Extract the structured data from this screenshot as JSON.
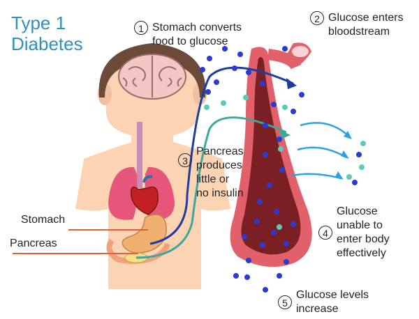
{
  "title": {
    "line1": "Type 1",
    "line2": "Diabetes"
  },
  "steps": [
    {
      "number": "1",
      "line1": "Stomach converts",
      "line2": "food to glucose",
      "line3": "",
      "line4": ""
    },
    {
      "number": "2",
      "line1": "Glucose enters",
      "line2": "bloodstream",
      "line3": "",
      "line4": ""
    },
    {
      "number": "3",
      "line1": "Pancreas",
      "line2": "produces",
      "line3": "little or",
      "line4": "no insulin"
    },
    {
      "number": "4",
      "line1": "Glucose",
      "line2": "unable to",
      "line3": "enter body",
      "line4": "effectively"
    },
    {
      "number": "5",
      "line1": "Glucose levels",
      "line2": "increase",
      "line3": "",
      "line4": ""
    }
  ],
  "labels": {
    "stomach": "Stomach",
    "pancreas": "Pancreas"
  },
  "colors": {
    "title": "#2f8fbf",
    "skin": "#fcd4b4",
    "hair": "#6b4a3a",
    "glucose": "#2a3bd1",
    "insulin": "#5cc9b9",
    "vessel_wall": "#e2606a",
    "vessel_inner": "#7a1f24",
    "arrow_light": "#29a3e0",
    "label_line": "#e4603a"
  },
  "icons": [
    "brain-icon",
    "lungs-icon",
    "heart-icon",
    "stomach-icon",
    "pancreas-icon",
    "blood-vessel-icon",
    "glucose-dot-icon",
    "insulin-dot-icon"
  ]
}
